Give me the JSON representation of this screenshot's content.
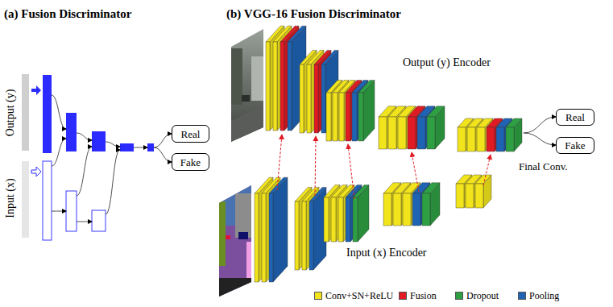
{
  "diagram": {
    "nodes": [
      {
        "text": [
          "Real"
        ]
      },
      {
        "text": [
          "Fake"
        ]
      },
      {
        "text": [
          "Real"
        ]
      },
      {
        "text": [
          "Fake"
        ]
      }
    ],
    "labels": [
      "(a) Fusion Discriminator",
      "(b) VGG-16 Fusion Discriminator",
      "Output (y)",
      "Input (x)",
      "Output (y) Encoder",
      "Input (x) Encoder",
      "Final Conv."
    ],
    "legend": [
      {
        "text": "Conv+SN+ReLU",
        "color": "#f2e41c"
      },
      {
        "text": "Fusion",
        "color": "#e01b24"
      },
      {
        "text": "Dropout",
        "color": "#2ea043"
      },
      {
        "text": "Pooling",
        "color": "#1f63b4"
      }
    ]
  }
}
